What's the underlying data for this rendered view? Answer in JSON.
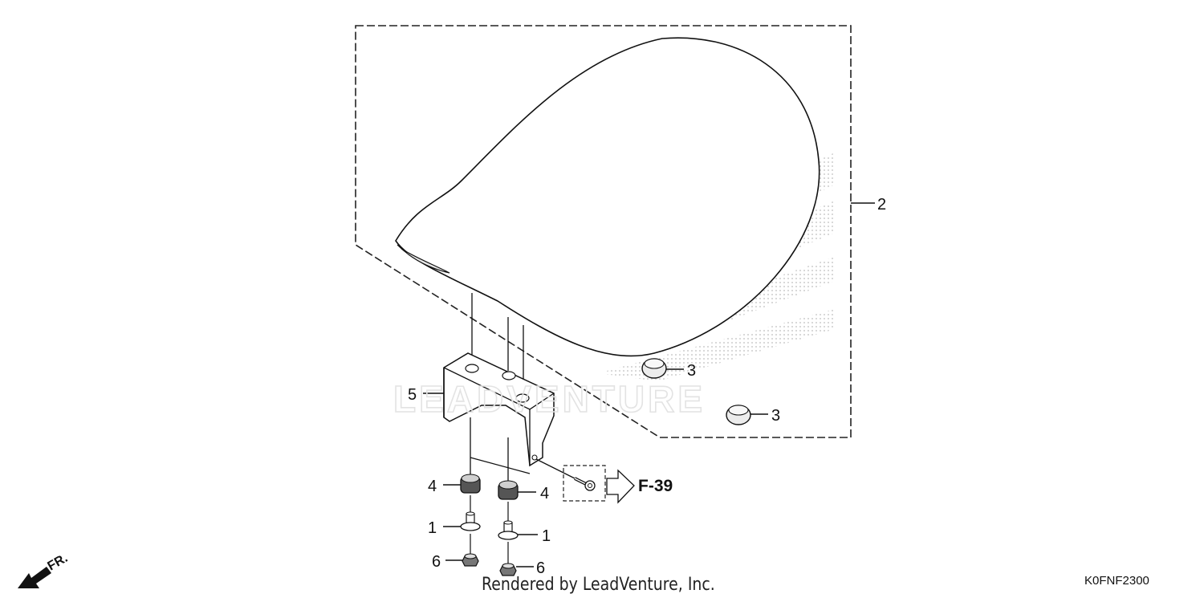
{
  "diagram": {
    "callouts": {
      "seat": "2",
      "cushion_upper": "3",
      "cushion_lower": "3",
      "bracket": "5",
      "grommet_left": "4",
      "grommet_right": "4",
      "collar_left": "1",
      "collar_right": "1",
      "nut_left": "6",
      "nut_right": "6"
    },
    "reference": "F-39",
    "front_label": "FR.",
    "watermark": "LEADVENTURE",
    "credit": "Rendered by LeadVenture, Inc.",
    "diagram_code": "K0FNF2300"
  }
}
